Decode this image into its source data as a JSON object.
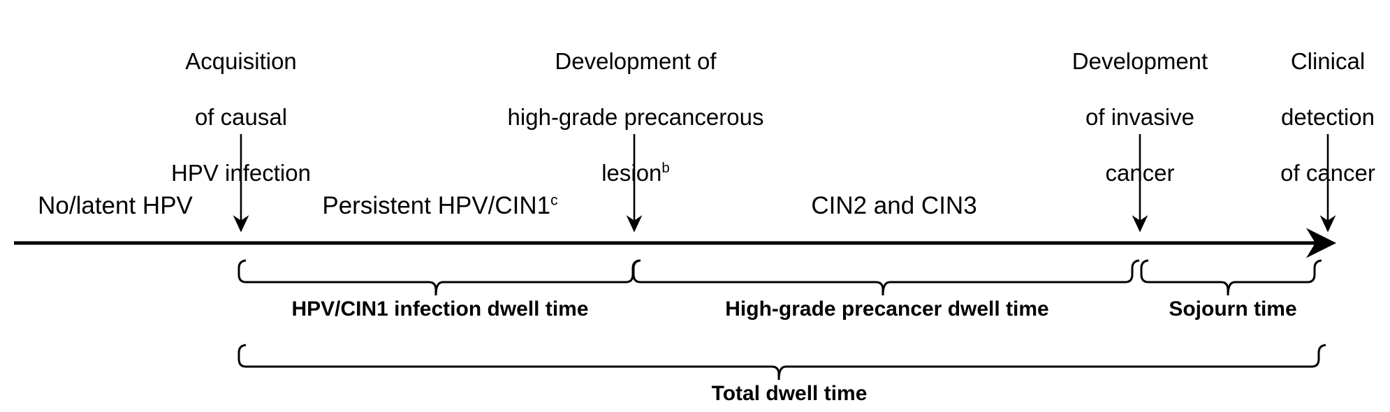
{
  "diagram": {
    "title": "Natural history timeline of cervical carcinogenesis",
    "line_color": "#000000",
    "background": "#ffffff",
    "events": [
      {
        "id": "acquisition",
        "line1": "Acquisition",
        "line2": "of causal",
        "line3": "HPV infection",
        "superscript": ""
      },
      {
        "id": "precancer-development",
        "line1": "Development of",
        "line2": "high-grade precancerous",
        "line3": "lesion",
        "superscript": "b"
      },
      {
        "id": "invasive-cancer",
        "line1": "Development",
        "line2": "of invasive",
        "line3": "cancer",
        "superscript": ""
      },
      {
        "id": "clinical-detection",
        "line1": "Clinical",
        "line2": "detection",
        "line3": "of cancer",
        "superscript": ""
      }
    ],
    "stages": [
      {
        "id": "no-latent-hpv",
        "label": "No/latent HPV",
        "superscript": ""
      },
      {
        "id": "persistent-hpv-cin1",
        "label": "Persistent HPV/CIN1",
        "superscript": "c"
      },
      {
        "id": "cin2-cin3",
        "label": "CIN2 and CIN3",
        "superscript": ""
      }
    ],
    "dwell_times": [
      {
        "id": "hpv-cin1-dwell",
        "label": "HPV/CIN1 infection dwell time"
      },
      {
        "id": "high-grade-precancer-dwell",
        "label": "High-grade precancer dwell time"
      },
      {
        "id": "sojourn-time",
        "label": "Sojourn time"
      },
      {
        "id": "total-dwell",
        "label": "Total dwell time"
      }
    ]
  }
}
